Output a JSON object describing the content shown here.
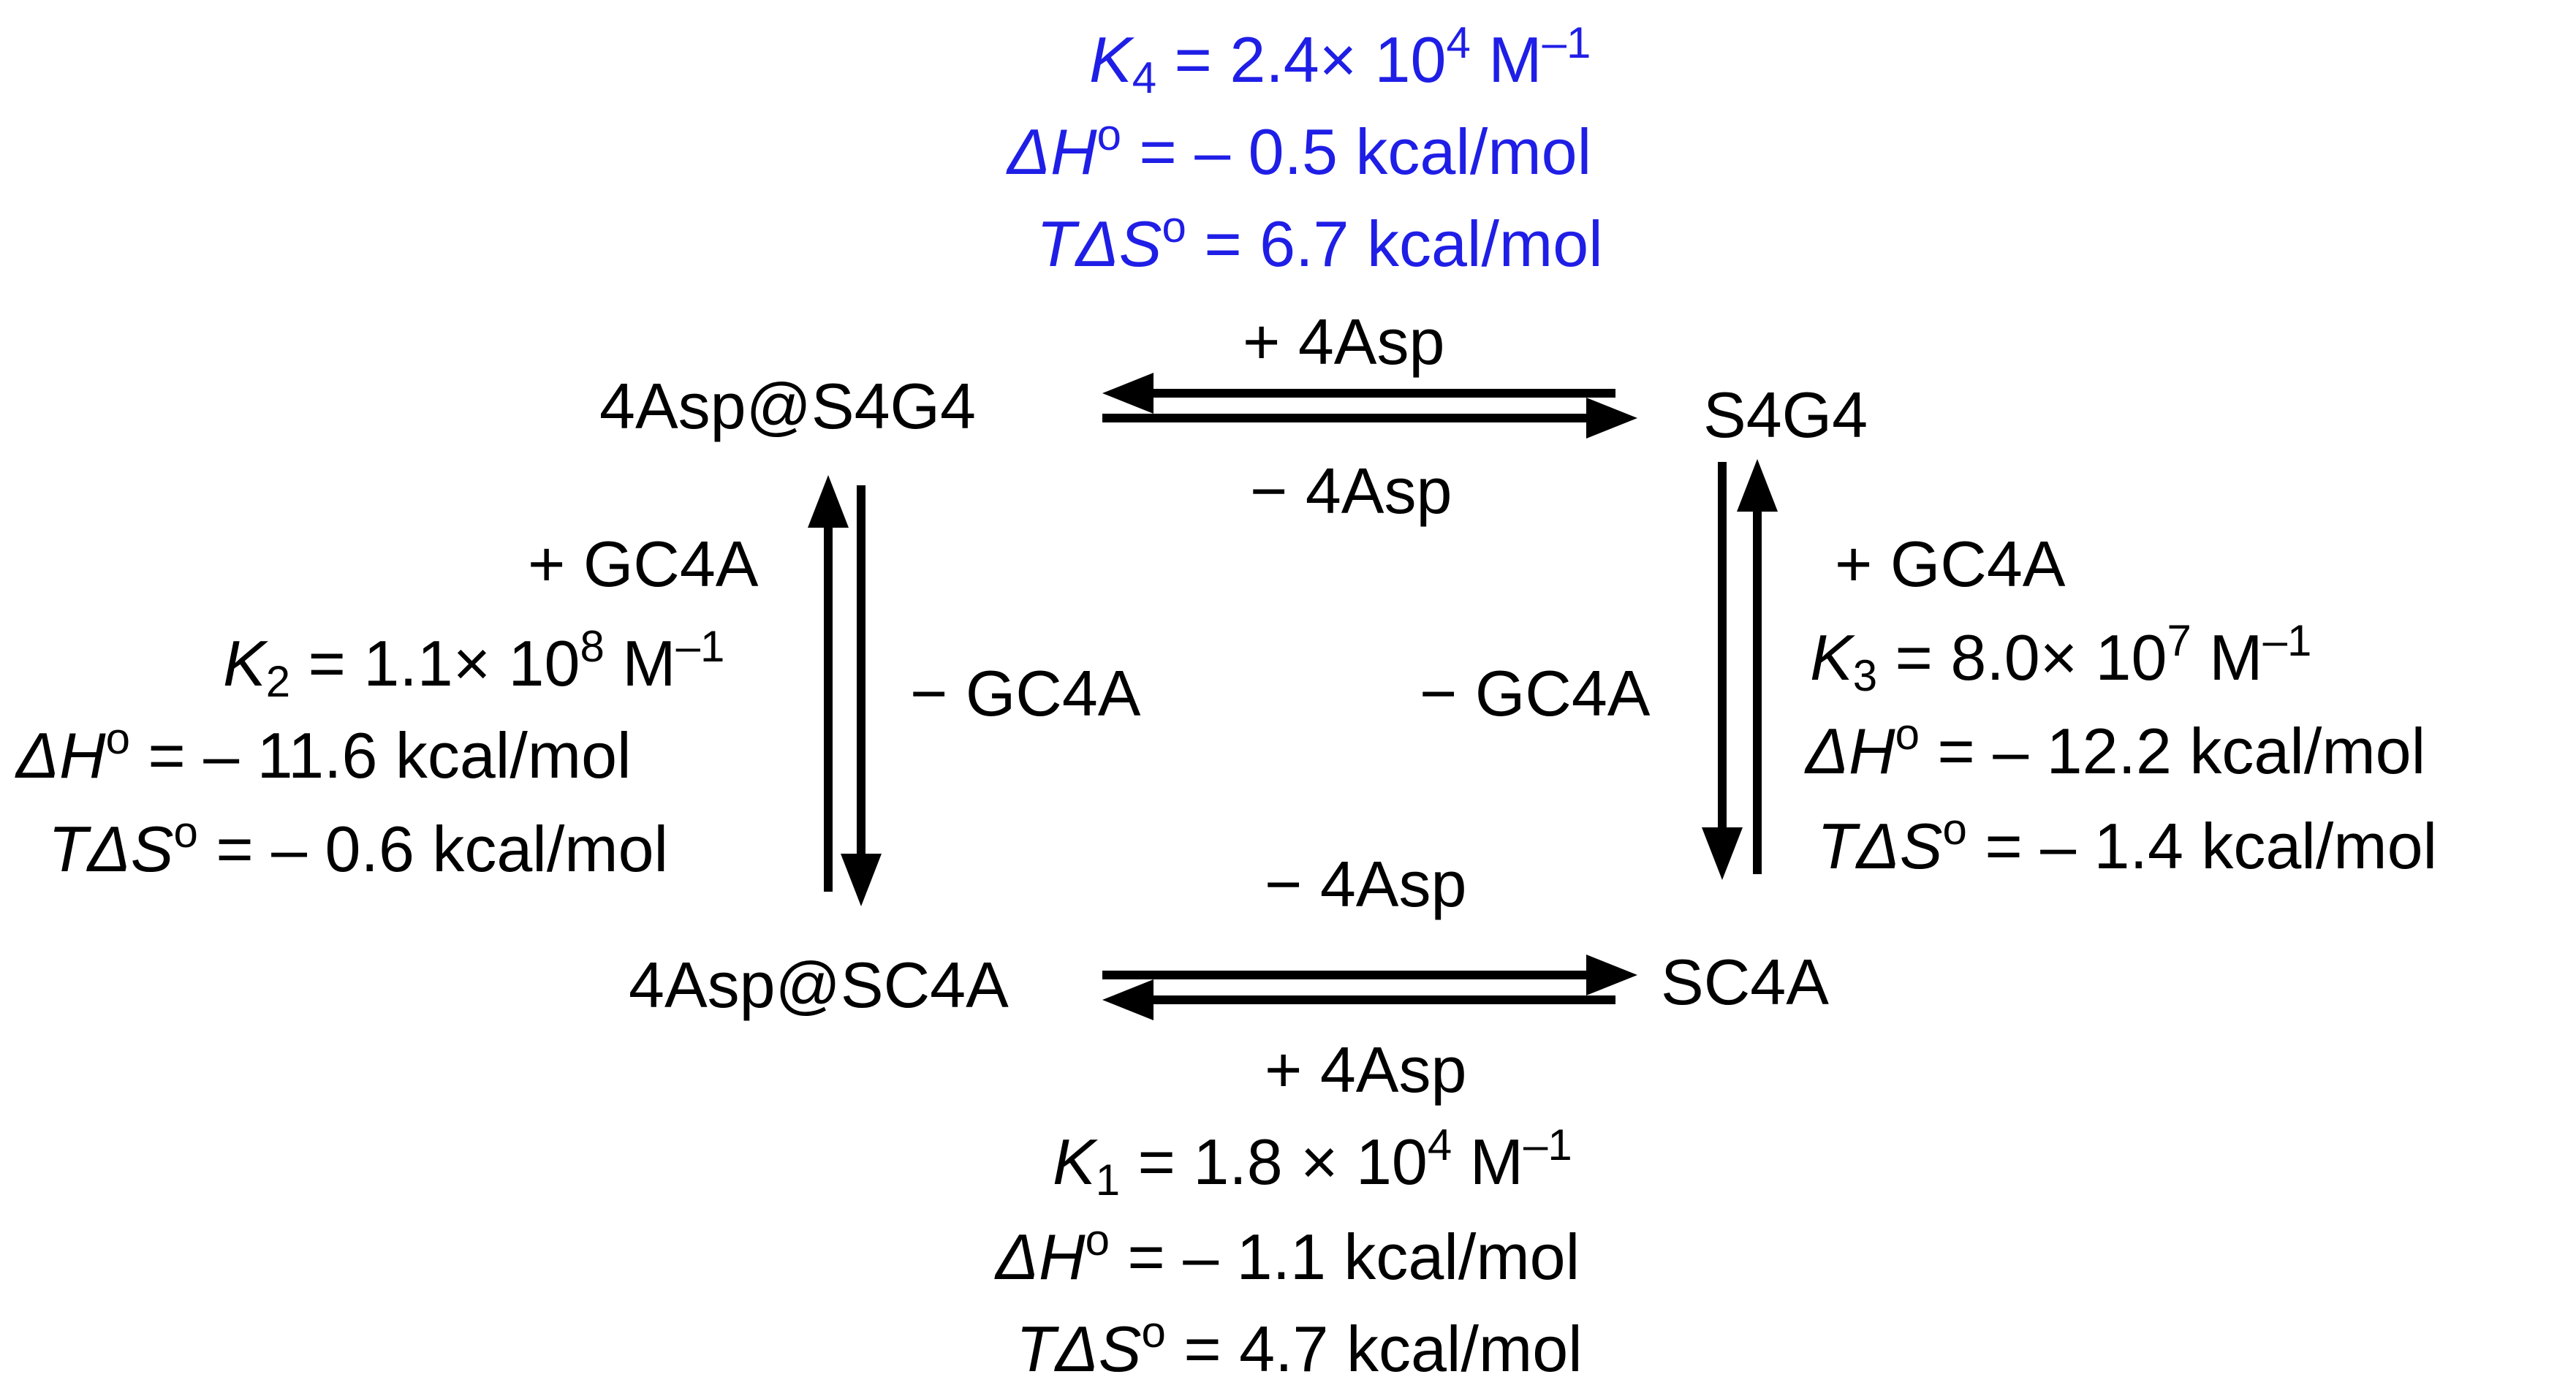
{
  "colors": {
    "highlight": "#1f1ee6",
    "text": "#000000"
  },
  "species": {
    "top_left": "4Asp@S4G4",
    "top_right": "S4G4",
    "bottom_left": "4Asp@SC4A",
    "bottom_right": "SC4A"
  },
  "reactions": {
    "top_forward": "+ 4Asp",
    "top_reverse": "− 4Asp",
    "bottom_reverse": "− 4Asp",
    "bottom_forward": "+ 4Asp",
    "left_up": "+ GC4A",
    "left_down": "− GC4A",
    "right_down": "− GC4A",
    "right_up": "+ GC4A"
  },
  "K4": {
    "symbol": "K",
    "sub": "4",
    "value": "= 2.4× 10",
    "exp": "4",
    "unit": " M",
    "unit_exp": "–1",
    "dH_symbol": "ΔH",
    "dH_value": "= – 0.5 kcal/mol",
    "TdS_symbol": "TΔS",
    "TdS_value": "= 6.7 kcal/mol"
  },
  "K2": {
    "symbol": "K",
    "sub": "2",
    "value": "= 1.1× 10",
    "exp": "8",
    "unit": " M",
    "unit_exp": "–1",
    "dH_symbol": "ΔH",
    "dH_value": "= – 11.6 kcal/mol",
    "TdS_symbol": "TΔS",
    "TdS_value": "= – 0.6 kcal/mol"
  },
  "K3": {
    "symbol": "K",
    "sub": "3",
    "value": "= 8.0× 10",
    "exp": "7",
    "unit": " M",
    "unit_exp": "–1",
    "dH_symbol": "ΔH",
    "dH_value": "= – 12.2 kcal/mol",
    "TdS_symbol": "TΔS",
    "TdS_value": "= – 1.4 kcal/mol"
  },
  "K1": {
    "symbol": "K",
    "sub": "1",
    "value": "= 1.8 × 10",
    "exp": "4",
    "unit": " M",
    "unit_exp": "–1",
    "dH_symbol": "ΔH",
    "dH_value": "= – 1.1 kcal/mol",
    "TdS_symbol": "TΔS",
    "TdS_value": "= 4.7 kcal/mol"
  },
  "degree_mark": "o"
}
